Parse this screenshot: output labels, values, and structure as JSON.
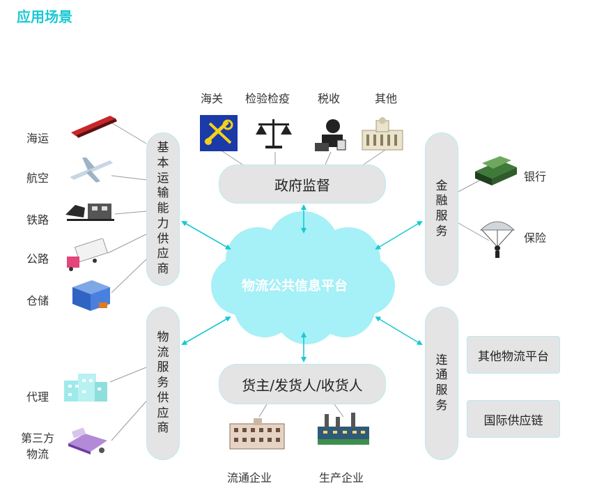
{
  "title": "应用场景",
  "platform": "物流公共信息平台",
  "government": {
    "label": "政府监督",
    "items": [
      "海关",
      "检验检疫",
      "税收",
      "其他"
    ]
  },
  "shipper": {
    "label": "货主/发货人/收货人",
    "items": [
      "流通企业",
      "生产企业"
    ]
  },
  "basic_transport": {
    "chars": [
      "基",
      "本",
      "运",
      "输",
      "能",
      "力",
      "供",
      "应",
      "商"
    ],
    "items": [
      "海运",
      "航空",
      "铁路",
      "公路",
      "仓储"
    ]
  },
  "logistics_service": {
    "chars": [
      "物",
      "流",
      "服",
      "务",
      "供",
      "应",
      "商"
    ],
    "items": [
      "代理",
      "第三方",
      "物流"
    ]
  },
  "finance": {
    "chars": [
      "金",
      "融",
      "服",
      "务"
    ],
    "items": [
      "银行",
      "保险"
    ]
  },
  "connect": {
    "chars": [
      "连",
      "通",
      "服",
      "务"
    ],
    "boxes": [
      "其他物流平台",
      "国际供应链"
    ]
  },
  "colors": {
    "accent": "#18c9d3",
    "cloud": "#a6f0f7",
    "pill": "#e4e4e4"
  }
}
